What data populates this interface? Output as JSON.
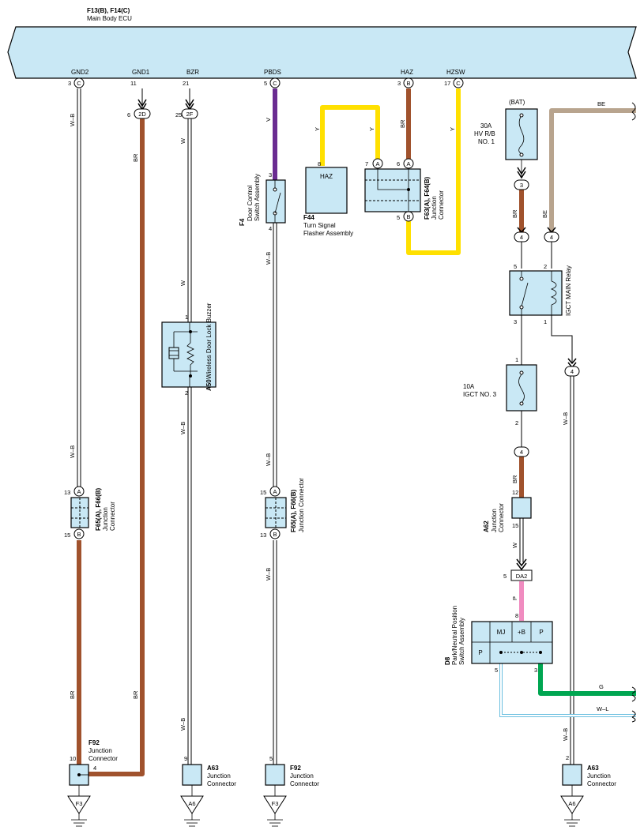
{
  "ecu": {
    "code": "F13(B), F14(C)",
    "name": "Main Body ECU"
  },
  "ecu_terminals": {
    "gnd2": "GND2",
    "gnd1": "GND1",
    "bzr": "BZR",
    "pbds": "PBDS",
    "haz": "HAZ",
    "hzsw": "HZSW"
  },
  "pins": {
    "p3": "3",
    "p11": "11",
    "p21": "21",
    "p5": "5",
    "p3b": "3",
    "p17": "17",
    "p6": "6",
    "p25": "25",
    "p13": "13",
    "p15": "15",
    "p10": "10",
    "p4": "4",
    "p9": "9",
    "p5b": "5",
    "p1": "1",
    "p2": "2",
    "p3s": "3",
    "p4s": "4",
    "p15b": "15",
    "p13b": "13",
    "p8": "8",
    "p7": "7",
    "p6j": "6",
    "p5j": "5",
    "p5r": "5",
    "p2r": "2",
    "p3r": "3",
    "p1r": "1",
    "p1f": "1",
    "p2f": "2",
    "p12": "12",
    "p15a": "15",
    "p5da": "5",
    "p8d": "8",
    "p5d": "5",
    "p3d": "3",
    "p2a": "2"
  },
  "connectors": {
    "c_letter": "C",
    "b_letter": "B",
    "a_letter": "A",
    "2d": "2D",
    "2f": "2F",
    "n3": "3",
    "n4": "4",
    "da2": "DA2"
  },
  "wires": {
    "wb": "W–B",
    "br": "BR",
    "w": "W",
    "v": "V",
    "y": "Y",
    "be": "BE",
    "p": "P",
    "g": "G",
    "wl": "W–L"
  },
  "components": {
    "f65a": {
      "code": "F65(A), F66(B)",
      "name_line1": "Junction",
      "name_line2": "Connector"
    },
    "f65b": {
      "code": "F65(A), F66(B)",
      "name": "Junction Connector"
    },
    "f92a": {
      "code": "F92",
      "name_line1": "Junction",
      "name_line2": "Connector"
    },
    "f92b": {
      "code": "F92",
      "name_line1": "Junction",
      "name_line2": "Connector"
    },
    "a63a": {
      "code": "A63",
      "name_line1": "Junction",
      "name_line2": "Connector"
    },
    "a63b": {
      "code": "A63",
      "name_line1": "Junction",
      "name_line2": "Connector"
    },
    "a50": {
      "code": "A50",
      "name": "Wireless Door Lock Buzzer"
    },
    "f4": {
      "code": "F4",
      "name_line1": "Door Control",
      "name_line2": "Switch Assembly"
    },
    "f44": {
      "code": "F44",
      "name_line1": "Turn Signal",
      "name_line2": "Flasher Assembly",
      "inner": "HAZ"
    },
    "f63": {
      "code": "F63(A), F64(B)",
      "name_line1": "Junction",
      "name_line2": "Connector"
    },
    "fuse30": {
      "line1": "30A",
      "line2": "HV R/B",
      "line3": "NO. 1",
      "bat": "(BAT)"
    },
    "relay": {
      "name": "IGCT MAIN Relay"
    },
    "fuse10": {
      "line1": "10A",
      "line2": "IGCT NO. 3"
    },
    "a62": {
      "code": "A62",
      "name_line1": "Junction",
      "name_line2": "Connector"
    },
    "d8": {
      "code": "D8",
      "name_line1": "Park/Neutral Position",
      "name_line2": "Switch Assembly",
      "mj": "MJ",
      "b": "+B",
      "p": "P",
      "pl": "P"
    }
  },
  "grounds": {
    "f3a": "F3",
    "a6a": "A6",
    "f3b": "F3",
    "a6b": "A6"
  },
  "colors": {
    "ecu_fill": "#c9e8f5",
    "brown": "#a0522d",
    "violet": "#6a2c91",
    "yellow": "#ffe000",
    "beige": "#b8a48e",
    "pink": "#f08cc0",
    "green": "#00a651",
    "lightblue": "#6bbfe0"
  }
}
